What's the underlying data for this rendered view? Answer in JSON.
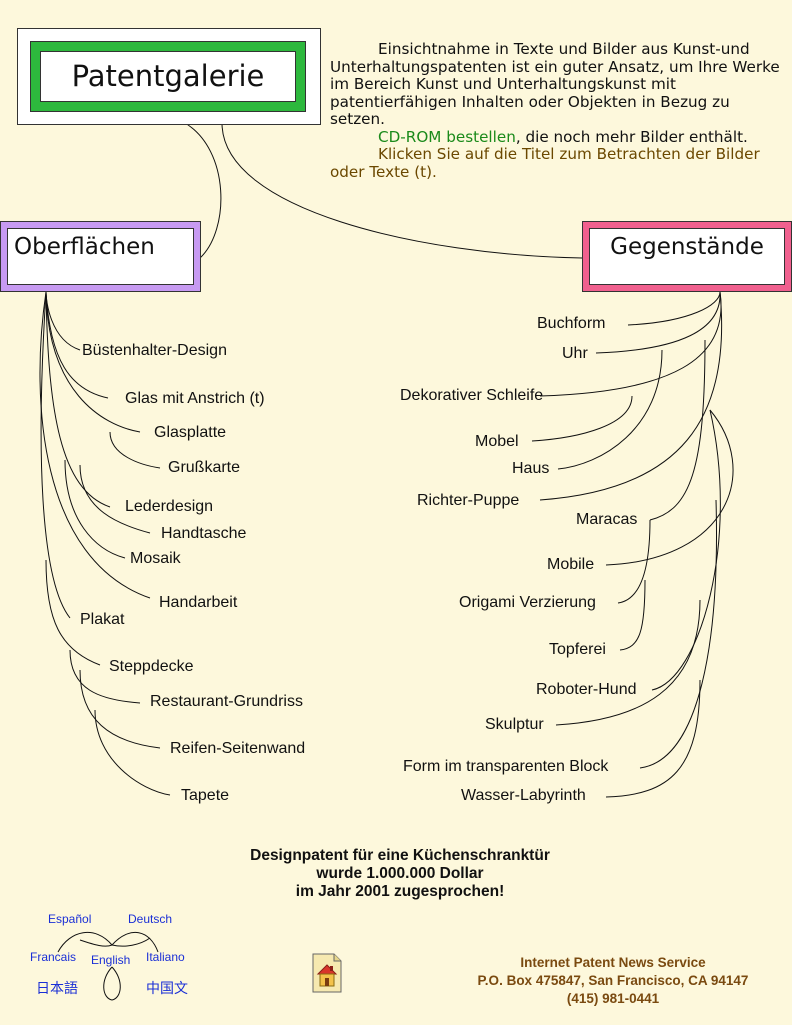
{
  "title": "Patentgalerie",
  "intro": {
    "paragraph": "Einsichtnahme in Texte und Bilder aus Kunst-und Unterhaltungspatenten ist ein guter Ansatz, um Ihre Werke im Bereich Kunst und Unterhaltungskunst mit patentierfähigen Inhalten oder Objekten in Bezug zu setzen.",
    "cd_link": "CD-ROM bestellen",
    "cd_rest": ", die noch mehr Bilder enthält.",
    "instruction": "Klicken Sie auf die Titel zum Betrachten der Bilder oder Texte (t)."
  },
  "categories": {
    "surfaces": "Oberflächen",
    "objects": "Gegenstände"
  },
  "surfaces_items": [
    "Büstenhalter-Design",
    "Glas mit Anstrich (t)",
    "Glasplatte",
    "Grußkarte",
    "Lederdesign",
    "Handtasche",
    "Mosaik",
    "Handarbeit",
    "Plakat",
    "Steppdecke",
    "Restaurant-Grundriss",
    "Reifen-Seitenwand",
    "Tapete"
  ],
  "objects_items": [
    "Buchform",
    "Uhr",
    "Dekorativer Schleife",
    "Mobel",
    "Haus",
    "Richter-Puppe",
    "Maracas",
    "Mobile",
    "Origami Verzierung",
    "Topferei",
    "Roboter-Hund",
    "Skulptur",
    "Form im transparenten Block",
    "Wasser-Labyrinth"
  ],
  "award": {
    "line1": "Designpatent für eine Küchenschranktür",
    "line2": "wurde 1.000.000 Dollar",
    "line3": "im Jahr 2001 zugesprochen!"
  },
  "languages": {
    "es": "Español",
    "de": "Deutsch",
    "fr": "Francais",
    "en": "English",
    "it": "Italiano",
    "ja": "日本語",
    "zh": "中国文"
  },
  "footer": {
    "name": "Internet Patent News Service",
    "address": "P.O. Box 475847, San Francisco, CA  94147",
    "phone": "(415) 981-0441"
  },
  "colors": {
    "background": "#fdf8dc",
    "title_green": "#2db83d",
    "surfaces_purple": "#c79af2",
    "objects_pink": "#f0608e",
    "link_green": "#1a8a1a",
    "link_brown": "#6b4800",
    "language_blue": "#1a2fd6",
    "footer_brown": "#7a4a10"
  },
  "icons": {
    "home": "home-document-icon"
  }
}
